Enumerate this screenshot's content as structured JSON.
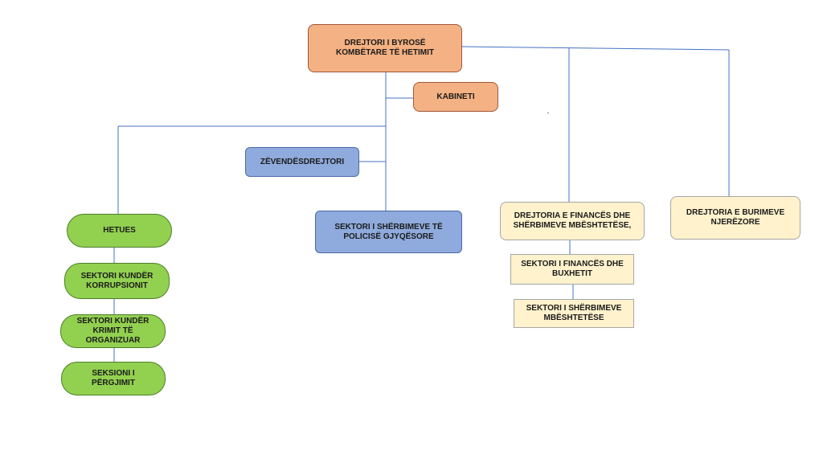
{
  "nodes": {
    "director": "DREJTORI I BYROSË KOMBËTARE TË HETIMIT",
    "cabinet": "KABINETI",
    "deputy_director": "ZËVENDËSDREJTORI",
    "judicial_police_services": "SEKTORI I SHËRBIMEVE  TË POLICISË GJYQËSORE",
    "investigators": "HETUES",
    "anti_corruption": "SEKTORI KUNDËR KORRUPSIONIT",
    "organized_crime": "SEKTORI KUNDËR KRIMIT TË ORGANIZUAR",
    "prosecution_section": "SEKSIONI I PËRGJIMIT",
    "finance_directorate": "DREJTORIA  E FINANCËS DHE SHËRBIMEVE  MBËSHTETËSE,",
    "hr_directorate": "DREJTORIA  E BURIMEVE NJERËZORE",
    "finance_budget_sector": "SEKTORI I FINANCËS DHE BUXHETIT",
    "support_services_sector": "SEKTORI I SHËRBIMEVE MBËSHTETËSE"
  },
  "colors": {
    "connector": "#4472c4",
    "orange": "#f4b183",
    "blue": "#8faadc",
    "cream": "#fff2cc",
    "green": "#92d050"
  }
}
